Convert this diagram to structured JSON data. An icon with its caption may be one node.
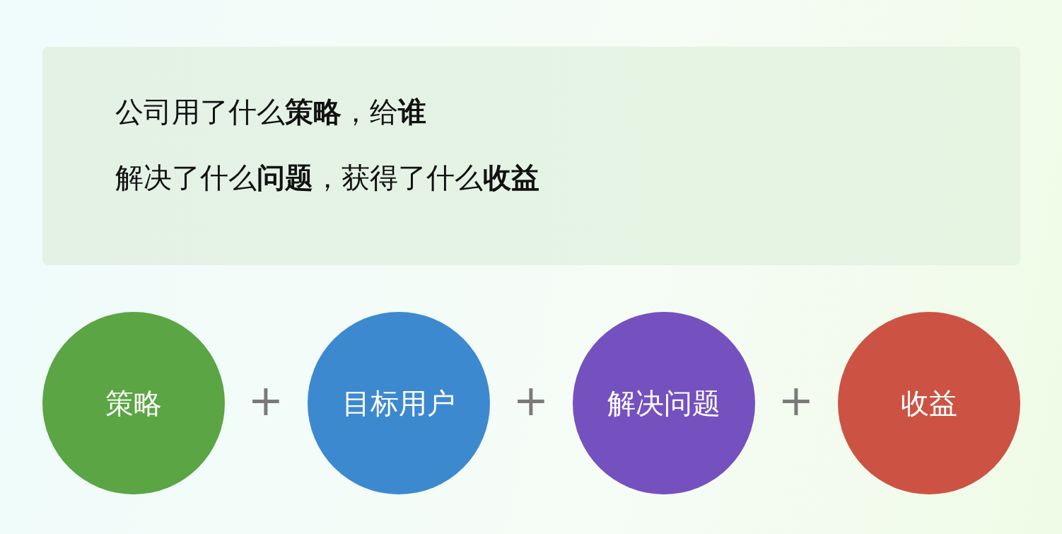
{
  "diagram": {
    "nodes": [
      {
        "text": [
          "公司用了什么**策略**，给**谁**",
          "解决了什么**问题**，获得了什么**收益**"
        ]
      },
      {
        "text": [
          "策略"
        ]
      },
      {
        "text": [
          "目标用户"
        ]
      },
      {
        "text": [
          "解决问题"
        ]
      },
      {
        "text": [
          "收益"
        ]
      }
    ],
    "labels": [
      "+",
      "+",
      "+"
    ]
  }
}
